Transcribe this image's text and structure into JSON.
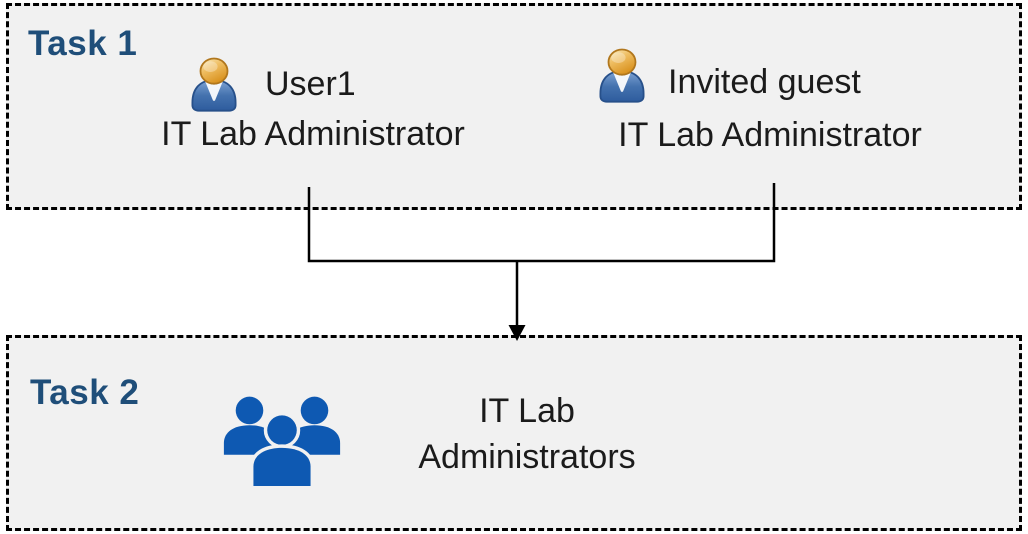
{
  "task1": {
    "label": "Task 1",
    "members": [
      {
        "name": "User1",
        "role": "IT Lab Administrator"
      },
      {
        "name": "Invited guest",
        "role": "IT Lab Administrator"
      }
    ]
  },
  "task2": {
    "label": "Task 2",
    "group": {
      "line1": "IT Lab",
      "line2": "Administrators"
    }
  },
  "icons": {
    "person": "person-icon",
    "people_group": "people-group-icon",
    "arrow": "merge-arrow-icon"
  },
  "colors": {
    "task_label_blue": "#1F4E79",
    "box_fill": "#F1F1F1",
    "box_border": "#000000",
    "body_text": "#1B1B1B",
    "group_icon_blue": "#0E59B2",
    "person_head_orange": "#E8A33D",
    "person_body_blue": "#3A6AAE",
    "arrow_black": "#000000"
  }
}
